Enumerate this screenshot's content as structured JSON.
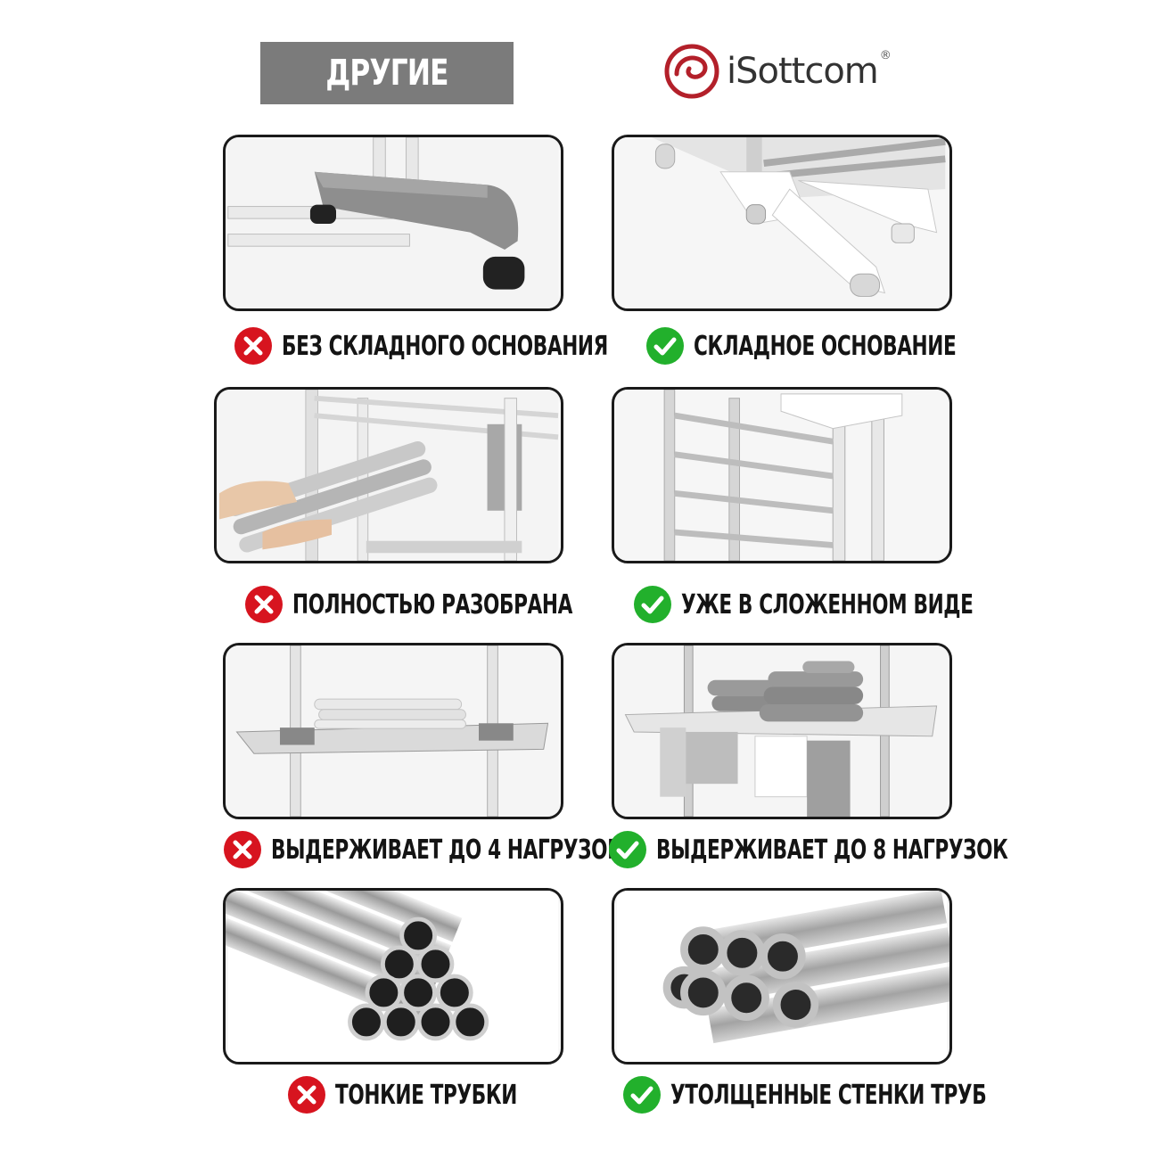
{
  "header": {
    "left_label": "ДРУГИЕ",
    "brand_name": "iSottcom",
    "brand_mark": "®"
  },
  "colors": {
    "header_bg": "#7b7b7b",
    "bad": "#d7141f",
    "good": "#22b02c",
    "border": "#1a1a1a"
  },
  "icons": {
    "bad": "cross-icon",
    "good": "check-icon"
  },
  "rows": [
    {
      "bad_caption": "БЕЗ СКЛАДНОГО ОСНОВАНИЯ",
      "good_caption": "СКЛАДНОЕ ОСНОВАНИЕ"
    },
    {
      "bad_caption": "ПОЛНОСТЬЮ РАЗОБРАНА",
      "good_caption": "УЖЕ В СЛОЖЕННОМ ВИДЕ"
    },
    {
      "bad_caption": "ВЫДЕРЖИВАЕТ ДО 4 НАГРУЗОК",
      "good_caption": "ВЫДЕРЖИВАЕТ ДО 8 НАГРУЗОК"
    },
    {
      "bad_caption": "ТОНКИЕ ТРУБКИ",
      "good_caption": "УТОЛЩЕННЫЕ СТЕНКИ ТРУБ"
    }
  ]
}
